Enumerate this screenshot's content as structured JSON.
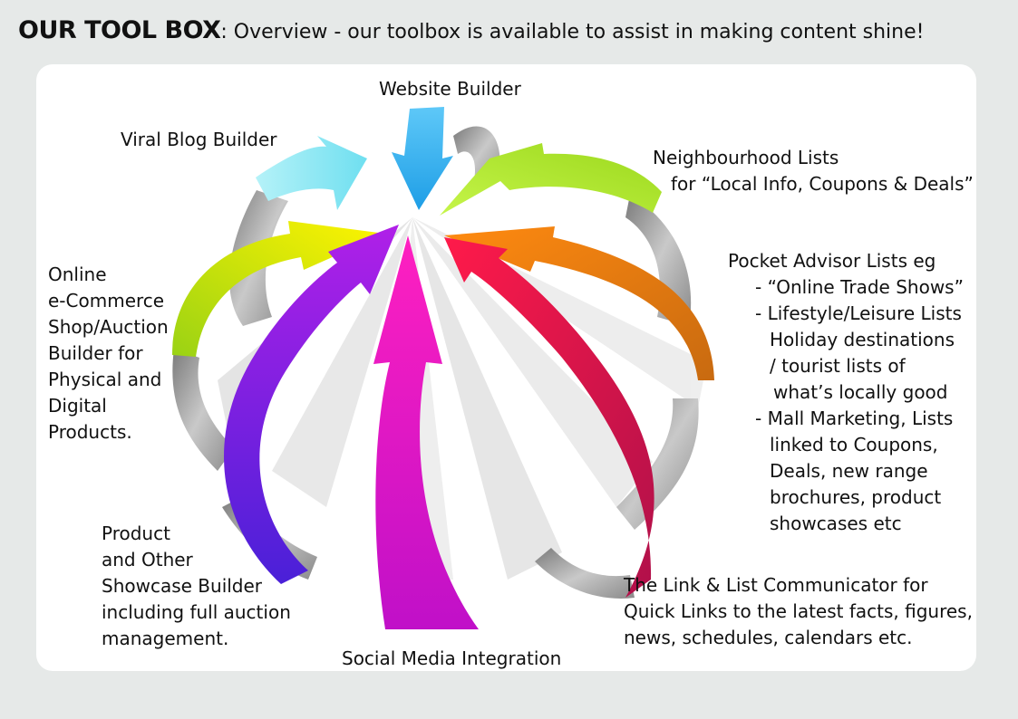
{
  "header": {
    "title": "OUR TOOL BOX",
    "separator": ":",
    "subtitle": " Overview  - our toolbox is available to assist in making content shine!"
  },
  "tools": {
    "website_builder": "Website Builder",
    "viral_blog_builder": "Viral Blog Builder",
    "neighbourhood_lists": {
      "line1": "Neighbourhood Lists",
      "line2": "for “Local Info, Coupons & Deals”"
    },
    "pocket_advisor": [
      "Pocket Advisor Lists eg",
      "- “Online Trade Shows”",
      "- Lifestyle/Leisure Lists",
      "Holiday destinations",
      "/ tourist lists of",
      "what’s locally good",
      "- Mall Marketing, Lists",
      "linked to Coupons,",
      "Deals, new range",
      "brochures, product",
      "showcases etc"
    ],
    "ecommerce": [
      "Online",
      "e-Commerce",
      "Shop/Auction",
      "Builder  for",
      "Physical and",
      "Digital",
      "Products."
    ],
    "product_showcase": [
      "Product",
      "and Other",
      "Showcase Builder",
      "including full auction",
      "management."
    ],
    "social_media": "Social Media Integration",
    "link_list": [
      "The Link & List Communicator for",
      "Quick Links to the latest facts, figures,",
      "news, schedules, calendars etc."
    ]
  },
  "colors": {
    "background": "#e6e9e8",
    "panel": "#ffffff",
    "arrow_blue": "#4fc3f7",
    "arrow_cyan": "#8ee8f5",
    "arrow_green": "#a6e22a",
    "arrow_orange": "#f07a10",
    "arrow_yellow": "#e8f000",
    "arrow_red": "#e8145a",
    "arrow_magenta": "#e020c0",
    "arrow_purple": "#8a22e0",
    "ribbon_grey": "#a9a9a9"
  }
}
